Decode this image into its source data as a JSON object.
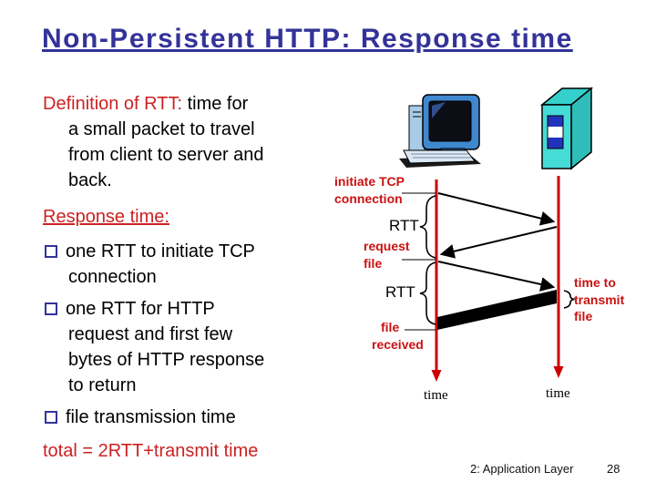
{
  "slide": {
    "title": "Non-Persistent HTTP: Response time",
    "footer": {
      "section": "2: Application Layer",
      "page": "28"
    }
  },
  "colors": {
    "title_blue": "#333399",
    "body_red": "#cc2222",
    "line_red": "#cc0000",
    "arrow_black": "#000000",
    "server_teal": "#45dbd7",
    "server_panel_blue": "#2233bb",
    "monitor_blue": "#3f87cf"
  },
  "body": {
    "definition_lead": "Definition of RTT:",
    "definition_line1_rest": "time for",
    "definition_lines": [
      "a small packet to travel",
      "from client to server and",
      "back."
    ],
    "response_heading": "Response time:",
    "bullets": [
      {
        "lines": [
          "one RTT to initiate TCP",
          "connection"
        ]
      },
      {
        "lines": [
          "one RTT for HTTP",
          "request and first few",
          "bytes of HTTP response",
          "to return"
        ]
      },
      {
        "lines": [
          "file transmission time"
        ]
      }
    ],
    "total_line": "total = 2RTT+transmit time"
  },
  "diagram": {
    "labels": {
      "initiate": [
        "initiate TCP",
        "connection"
      ],
      "rtt_first": "RTT",
      "request": [
        "request",
        "file"
      ],
      "rtt_second": "RTT",
      "file_received": [
        "file",
        "received"
      ],
      "transmit": [
        "time to",
        "transmit",
        "file"
      ],
      "time_client": "time",
      "time_server": "time"
    },
    "icons": [
      "client-computer-icon",
      "server-icon"
    ]
  }
}
